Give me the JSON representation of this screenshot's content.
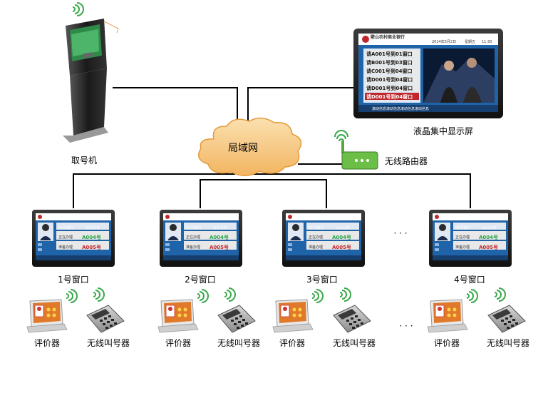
{
  "center_label": "局域网",
  "kiosk": {
    "label": "取号机"
  },
  "main_display": {
    "label": "液晶集中显示屏",
    "bank_name": "壁山农村商业银行",
    "date": "2014年5月2日",
    "weekday": "星期五",
    "time": "11:30",
    "rows": [
      "请A001号到01窗口",
      "请B001号到03窗口",
      "请C001号到04窗口",
      "请D001号到04窗口",
      "请D001号到04窗口",
      "请D001号到04窗口"
    ],
    "ticker": "滚动信息滚动信息滚动信息滚动信息"
  },
  "router": {
    "label": "无线路由器"
  },
  "window_screen": {
    "window_text": "01号窗口",
    "service_text": "对公业务",
    "current_label": "正在办理",
    "current_value": "A004号",
    "next_label": "准备办理",
    "next_value": "A005号"
  },
  "windows": [
    {
      "label": "1号窗口"
    },
    {
      "label": "2号窗口"
    },
    {
      "label": "3号窗口"
    },
    {
      "label": "4号窗口"
    }
  ],
  "ellipsis": "· · ·",
  "device_labels": {
    "evaluator": "评价器",
    "caller": "无线叫号器"
  },
  "colors": {
    "screen_blue": "#1f63a8",
    "line": "#000000",
    "cloud": "#f6c47a",
    "router_green": "#5aa83c",
    "wifi_green": "#3aa84a"
  }
}
